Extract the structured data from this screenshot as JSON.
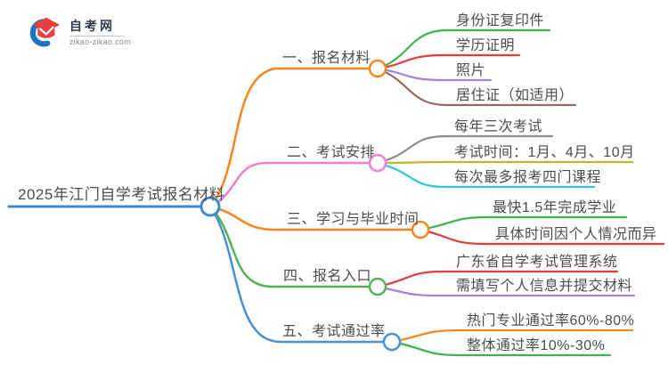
{
  "logo": {
    "site_name": "自考网",
    "site_url": "zikao-zikao.com",
    "icon": "graduation-cap-icon",
    "swoosh_color": "#1e73be",
    "cap_color": "#e8403c",
    "name_color": "#2b3b4e",
    "url_color": "#8a8a8a"
  },
  "text_color": "#4d4d4d",
  "background_color": "#ffffff",
  "mindmap": {
    "root": {
      "label": "2025年江门自学考试报名材料",
      "color": "#4389cd"
    },
    "branches": [
      {
        "label": "一、报名材料",
        "color": "#f6871f",
        "children": [
          {
            "label": "身份证复印件",
            "color": "#3cb44a"
          },
          {
            "label": "学历证明",
            "color": "#e23c3c"
          },
          {
            "label": "照片",
            "color": "#a383d6"
          },
          {
            "label": "居住证（如适用）",
            "color": "#99685c"
          }
        ]
      },
      {
        "label": "二、考试安排",
        "color": "#ed80d4",
        "children": [
          {
            "label": "每年三次考试",
            "color": "#8c8c8c"
          },
          {
            "label": "考试时间：1月、4月、10月",
            "color": "#bdb91f"
          },
          {
            "label": "每次最多报考四门课程",
            "color": "#2ec6e0"
          }
        ]
      },
      {
        "label": "三、学习与毕业时间",
        "color": "#f6871f",
        "children": [
          {
            "label": "最快1.5年完成学业",
            "color": "#3cb44a"
          },
          {
            "label": "具体时间因个人情况而异",
            "color": "#e23c3c"
          }
        ]
      },
      {
        "label": "四、报名入口",
        "color": "#53b156",
        "children": [
          {
            "label": "广东省自学考试管理系统",
            "color": "#e23c3c"
          },
          {
            "label": "需填写个人信息并提交材料",
            "color": "#a383d6"
          }
        ]
      },
      {
        "label": "五、考试通过率",
        "color": "#4a90d2",
        "children": [
          {
            "label": "热门专业通过率60%-80%",
            "color": "#f6871f"
          },
          {
            "label": "整体通过率10%-30%",
            "color": "#3cb44a"
          }
        ]
      }
    ]
  }
}
